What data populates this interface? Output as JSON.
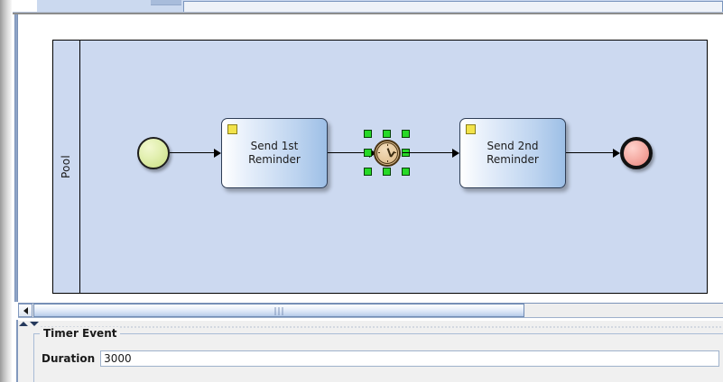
{
  "window": {
    "tab_strip_present": true
  },
  "diagram": {
    "pool": {
      "label": "Pool"
    },
    "nodes": [
      {
        "id": "start",
        "type": "start-event",
        "label": ""
      },
      {
        "id": "task1",
        "type": "task",
        "label": "Send 1st\nReminder"
      },
      {
        "id": "timer",
        "type": "intermediate-timer-event",
        "label": "",
        "selected": true
      },
      {
        "id": "task2",
        "type": "task",
        "label": "Send 2nd\nReminder"
      },
      {
        "id": "end",
        "type": "end-event",
        "label": ""
      }
    ],
    "colors": {
      "pool_fill": "#ccd9f0",
      "start_event_fill": "#d9ec9c",
      "end_event_fill": "#f2a79e",
      "task_fill": "#bcd3ef",
      "task_marker": "#f2e34b",
      "selection_handle": "#27d927",
      "timer_face": "#e6c89c"
    }
  },
  "scrollbar": {
    "left_arrow_icon": "triangle-left-icon",
    "grip_icon": "grip-lines-icon"
  },
  "splitter": {
    "collapse_up_icon": "triangle-up-icon",
    "collapse_down_icon": "triangle-down-icon"
  },
  "properties": {
    "group_title": "Timer Event",
    "fields": [
      {
        "label": "Duration",
        "value": "3000",
        "placeholder": ""
      }
    ]
  }
}
